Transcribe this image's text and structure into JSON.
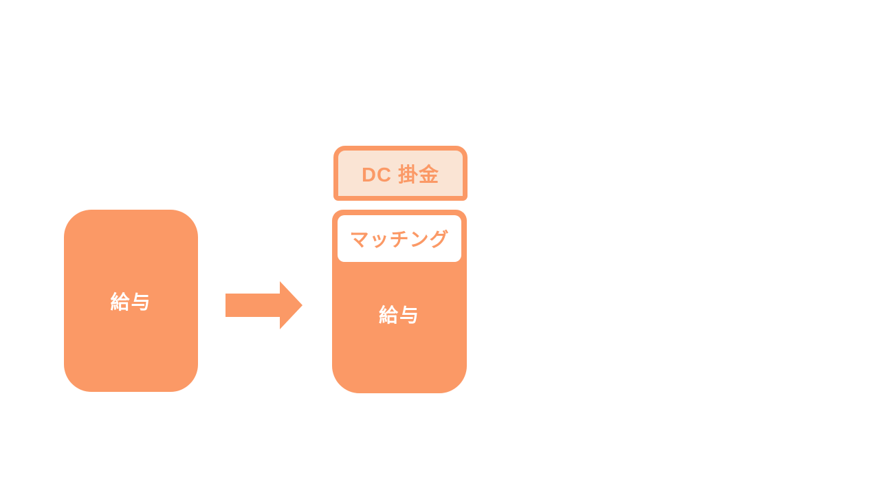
{
  "colors": {
    "accent": "#FB9966",
    "peach": "#FAE4D4",
    "text_on_accent": "#FFFFFF",
    "canvas": "#FFFFFF"
  },
  "before": {
    "label": "給与"
  },
  "arrow": {
    "icon": "right-arrow-icon",
    "direction": "right"
  },
  "after": {
    "dc_label": "DC 掛金",
    "matching_label": "マッチング",
    "salary_label": "給与"
  }
}
